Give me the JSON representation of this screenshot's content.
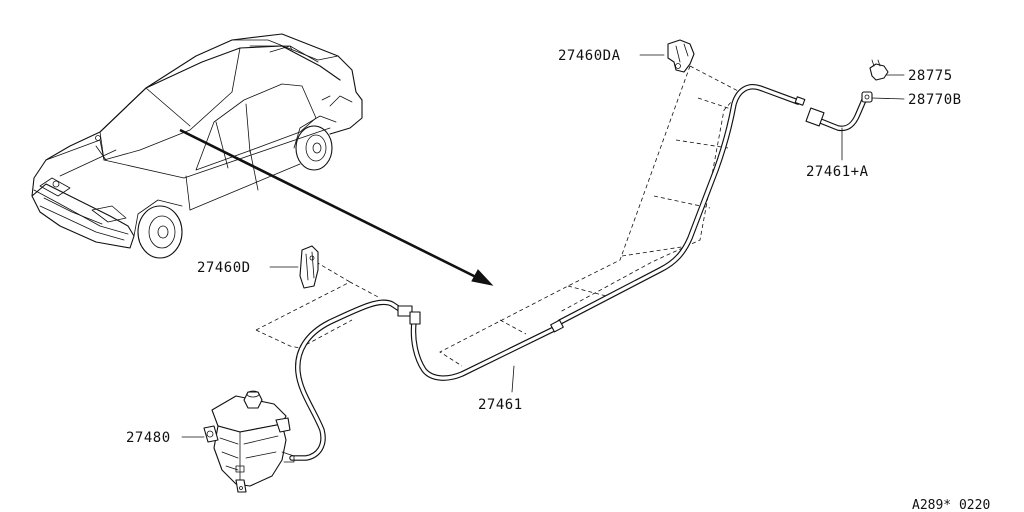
{
  "diagram": {
    "parts": [
      {
        "id": "p1",
        "label": "27460DA"
      },
      {
        "id": "p2",
        "label": "28775"
      },
      {
        "id": "p3",
        "label": "28770B"
      },
      {
        "id": "p4",
        "label": "27461+A"
      },
      {
        "id": "p5",
        "label": "27460D"
      },
      {
        "id": "p6",
        "label": "27461"
      },
      {
        "id": "p7",
        "label": "27480"
      }
    ],
    "reference_code": "A289* 0220"
  }
}
